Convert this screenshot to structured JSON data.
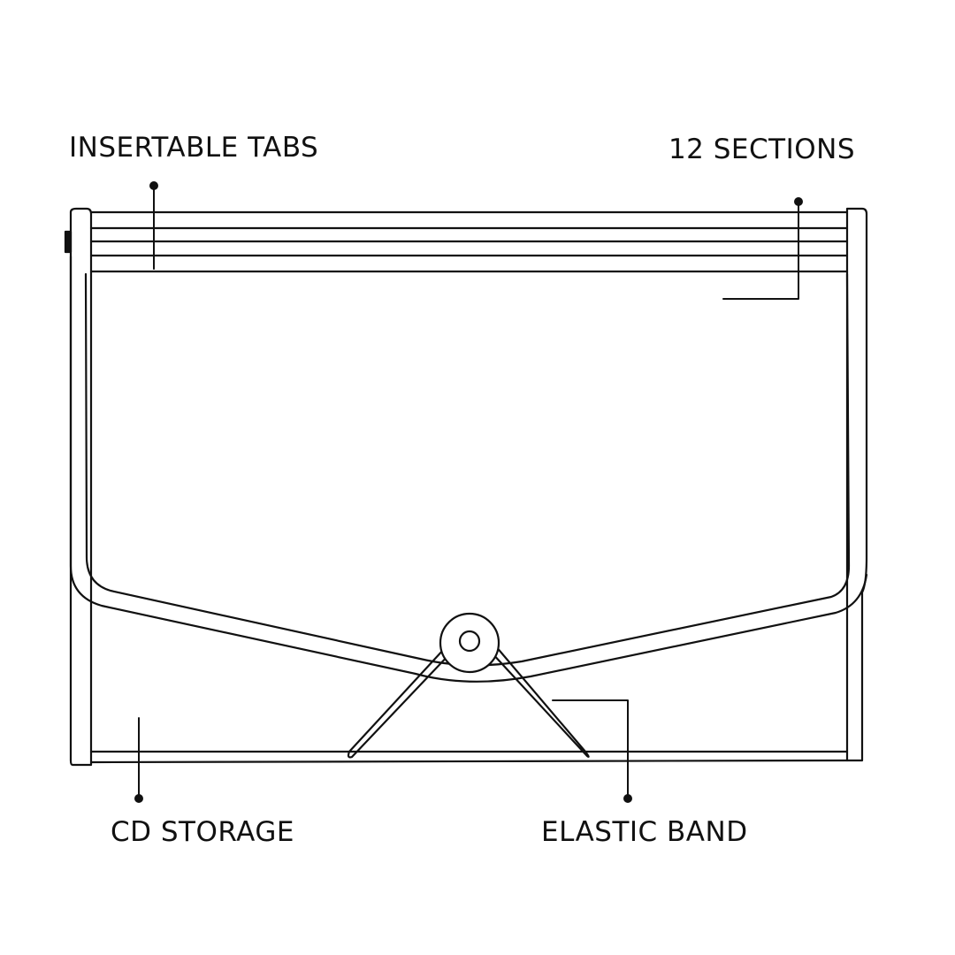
{
  "labels": {
    "insertable_tabs": "INSERTABLE TABS",
    "sections": "12 SECTIONS",
    "cd_storage": "CD STORAGE",
    "elastic_band": "ELASTIC BAND"
  },
  "colors": {
    "line": "#111111",
    "background": "#ffffff"
  }
}
